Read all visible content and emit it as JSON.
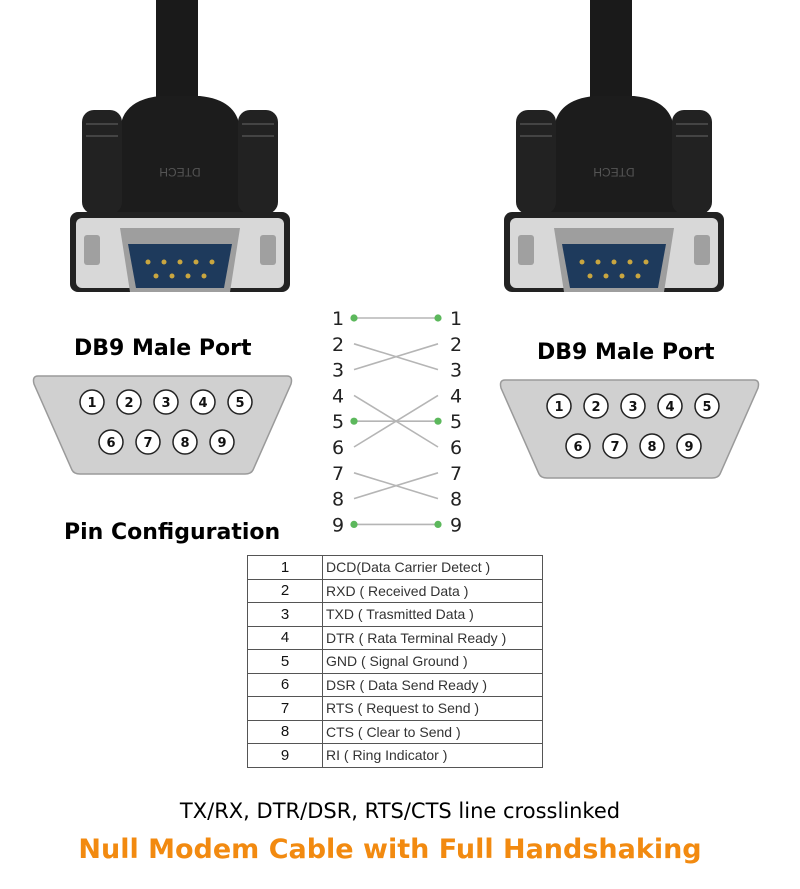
{
  "ports": {
    "left_label": "DB9 Male Port",
    "right_label": "DB9 Male Port",
    "top_row_pins": [
      "1",
      "2",
      "3",
      "4",
      "5"
    ],
    "bottom_row_pins": [
      "6",
      "7",
      "8",
      "9"
    ]
  },
  "connector": {
    "brand": "DTECH"
  },
  "wiring": {
    "left_pins": [
      "1",
      "2",
      "3",
      "4",
      "5",
      "6",
      "7",
      "8",
      "9"
    ],
    "right_pins": [
      "1",
      "2",
      "3",
      "4",
      "5",
      "6",
      "7",
      "8",
      "9"
    ],
    "straight": [
      [
        "1",
        "1"
      ],
      [
        "5",
        "5"
      ],
      [
        "9",
        "9"
      ]
    ],
    "crossed": [
      [
        "2",
        "3"
      ],
      [
        "3",
        "2"
      ],
      [
        "4",
        "6"
      ],
      [
        "6",
        "4"
      ],
      [
        "7",
        "8"
      ],
      [
        "8",
        "7"
      ]
    ]
  },
  "pin_config": {
    "title": "Pin Configuration",
    "rows": [
      {
        "pin": "1",
        "desc": "DCD(Data Carrier Detect )"
      },
      {
        "pin": "2",
        "desc": "RXD ( Received Data )"
      },
      {
        "pin": "3",
        "desc": "TXD ( Trasmitted Data )"
      },
      {
        "pin": "4",
        "desc": "DTR ( Rata Terminal Ready )"
      },
      {
        "pin": "5",
        "desc": "GND ( Signal Ground )"
      },
      {
        "pin": "6",
        "desc": "DSR ( Data Send Ready )"
      },
      {
        "pin": "7",
        "desc": "RTS ( Request to Send )"
      },
      {
        "pin": "8",
        "desc": "CTS ( Clear to Send )"
      },
      {
        "pin": "9",
        "desc": "RI ( Ring Indicator )"
      }
    ]
  },
  "captions": {
    "subtitle": "TX/RX, DTR/DSR, RTS/CTS line crosslinked",
    "title": "Null Modem Cable with Full Handshaking"
  },
  "colors": {
    "title_orange": "#f28a10",
    "wire_dot_green": "#5cb85c",
    "connector_black": "#1c1c1c",
    "port_blue": "#1e3a5c"
  }
}
